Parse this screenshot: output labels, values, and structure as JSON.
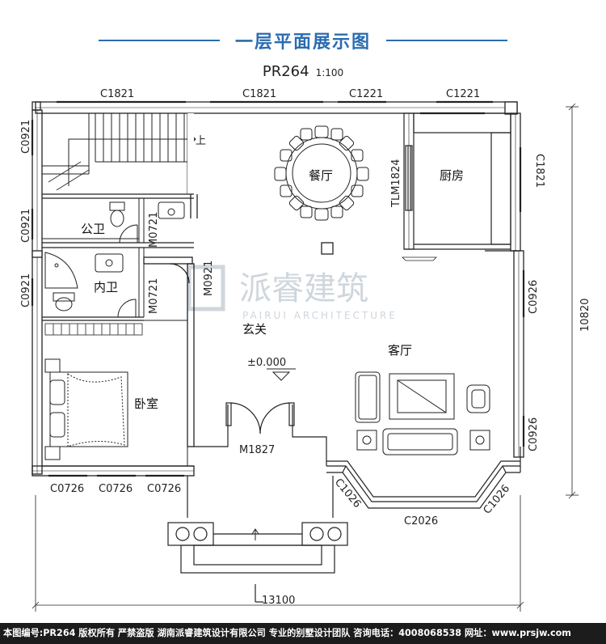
{
  "title": "一层平面展示图",
  "subtitle": {
    "code": "PR264",
    "scale": "1:100"
  },
  "windows": {
    "top": [
      "C1821",
      "C1821",
      "C1221",
      "C1221"
    ],
    "left": [
      "C0921",
      "C0921",
      "C0921"
    ],
    "right": [
      "C1821",
      "C0926",
      "C0926"
    ],
    "bottom": [
      "C0726",
      "C0726",
      "C0726",
      "C1026",
      "C2026",
      "C1026"
    ]
  },
  "doors": {
    "sliding": "TLM1824",
    "m0721_a": "M0721",
    "m0721_b": "M0721",
    "m0921": "M0921",
    "main": "M1827"
  },
  "rooms": {
    "dining": "餐厅",
    "kitchen": "厨房",
    "public_bath": "公卫",
    "inner_bath": "内卫",
    "foyer": "玄关",
    "living": "客厅",
    "bedroom": "卧室",
    "stairs_up": "上"
  },
  "elevation": "±0.000",
  "dimensions": {
    "height": "10820",
    "width": "13100"
  },
  "watermark": {
    "cn": "派睿建筑",
    "en": "PAIRUI ARCHITECTURE"
  },
  "footer": "本图编号:PR264 版权所有 严禁盗版 湖南派睿建筑设计有限公司 专业的别墅设计团队 咨询电话：4008068538 网址：www.prsjw.com"
}
